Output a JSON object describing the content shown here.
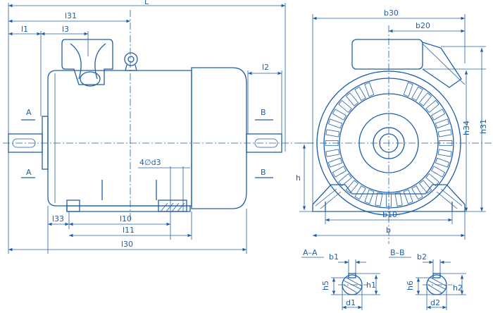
{
  "side_view": {
    "dims": {
      "L": "L",
      "l31": "l31",
      "l1": "l1",
      "l3": "l3",
      "l2": "l2",
      "l10": "l10",
      "l11": "l11",
      "l30": "l30",
      "l33": "l33",
      "d3": "4∅d3"
    },
    "section_A_top": "A",
    "section_A_bottom": "A",
    "section_B_top": "B",
    "section_B_bottom": "B"
  },
  "front_view": {
    "dims": {
      "b30": "b30",
      "b20": "b20",
      "h34": "h34",
      "h31": "h31",
      "h": "h",
      "b10": "b10",
      "b": "b"
    }
  },
  "sections": {
    "aa": {
      "title": "A–A",
      "b1": "b1",
      "h5": "h5",
      "h1": "h1",
      "d1": "d1"
    },
    "bb": {
      "title": "B–B",
      "b2": "b2",
      "h6": "h6",
      "h2": "h2",
      "d2": "d2"
    }
  }
}
